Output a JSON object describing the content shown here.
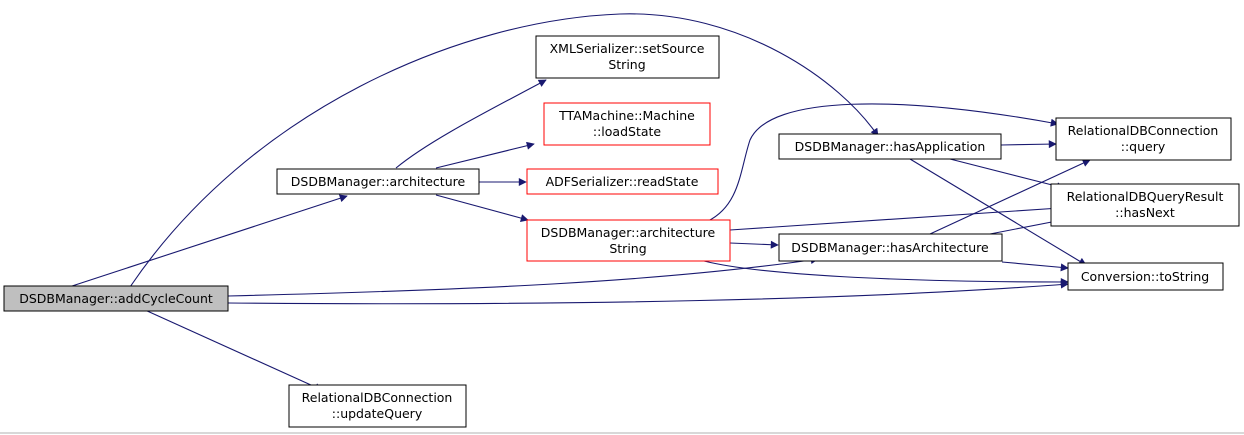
{
  "colors": {
    "edge": "#191970",
    "root_fill": "#bfbfbf",
    "node_border": "#000000",
    "incomplete_border": "#ff0000"
  },
  "nodes": {
    "addCycleCount": [
      "DSDBManager::addCycleCount"
    ],
    "architecture": [
      "DSDBManager::architecture"
    ],
    "setSourceString": [
      "XMLSerializer::setSource",
      "String"
    ],
    "loadState": [
      "TTAMachine::Machine",
      "::loadState"
    ],
    "readState": [
      "ADFSerializer::readState"
    ],
    "architectureString": [
      "DSDBManager::architecture",
      "String"
    ],
    "hasApplication": [
      "DSDBManager::hasApplication"
    ],
    "hasArchitecture": [
      "DSDBManager::hasArchitecture"
    ],
    "query": [
      "RelationalDBConnection",
      "::query"
    ],
    "hasNext": [
      "RelationalDBQueryResult",
      "::hasNext"
    ],
    "toString": [
      "Conversion::toString"
    ],
    "updateQuery": [
      "RelationalDBConnection",
      "::updateQuery"
    ]
  }
}
